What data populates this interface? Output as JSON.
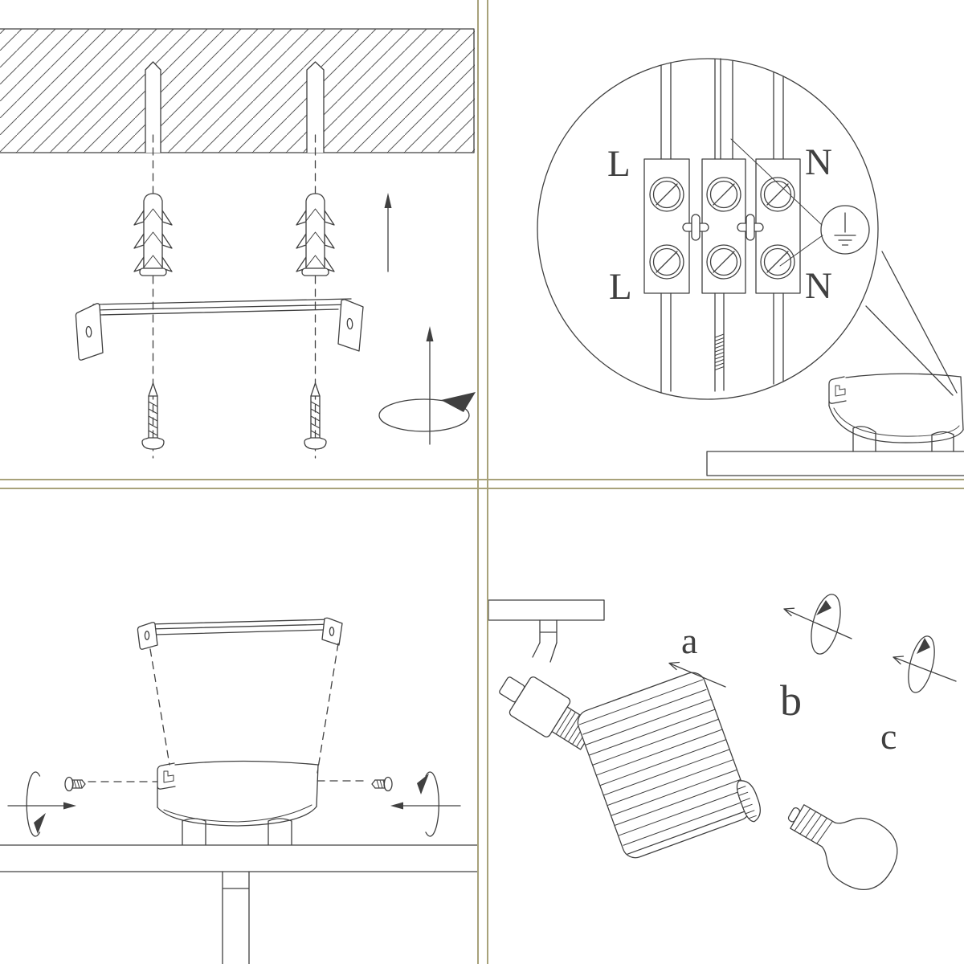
{
  "colors": {
    "background": "#ffffff",
    "frame_border": "#a8a27a",
    "line_art": "#404040"
  },
  "panels": {
    "mounting": {
      "name": "ceiling-drilling-and-bracket-step",
      "icons": [
        "ceiling-hatch",
        "wall-anchor-icon",
        "mounting-bracket",
        "screw-icon",
        "arrow-up-icon",
        "rotate-cw-icon"
      ]
    },
    "wiring": {
      "name": "terminal-block-wiring-detail",
      "terminal_labels": {
        "live_top": "L",
        "neutral_top": "N",
        "live_bottom": "L",
        "neutral_bottom": "N"
      },
      "icons": [
        "magnifier-detail-circle",
        "terminal-block",
        "earth-ground-icon",
        "canopy-base"
      ]
    },
    "canopy": {
      "name": "canopy-side-screws-step",
      "icons": [
        "mounting-bracket",
        "canopy-base",
        "side-screw-icon",
        "rotate-axis-icon"
      ]
    },
    "assembly": {
      "name": "shade-and-bulb-assembly-step",
      "step_labels": {
        "a": "a",
        "b": "b",
        "c": "c"
      },
      "icons": [
        "lamp-arm-socket",
        "ribbed-lampshade",
        "retaining-ring",
        "light-bulb",
        "rotate-screw-icon",
        "arrow-direction-icon"
      ]
    }
  }
}
